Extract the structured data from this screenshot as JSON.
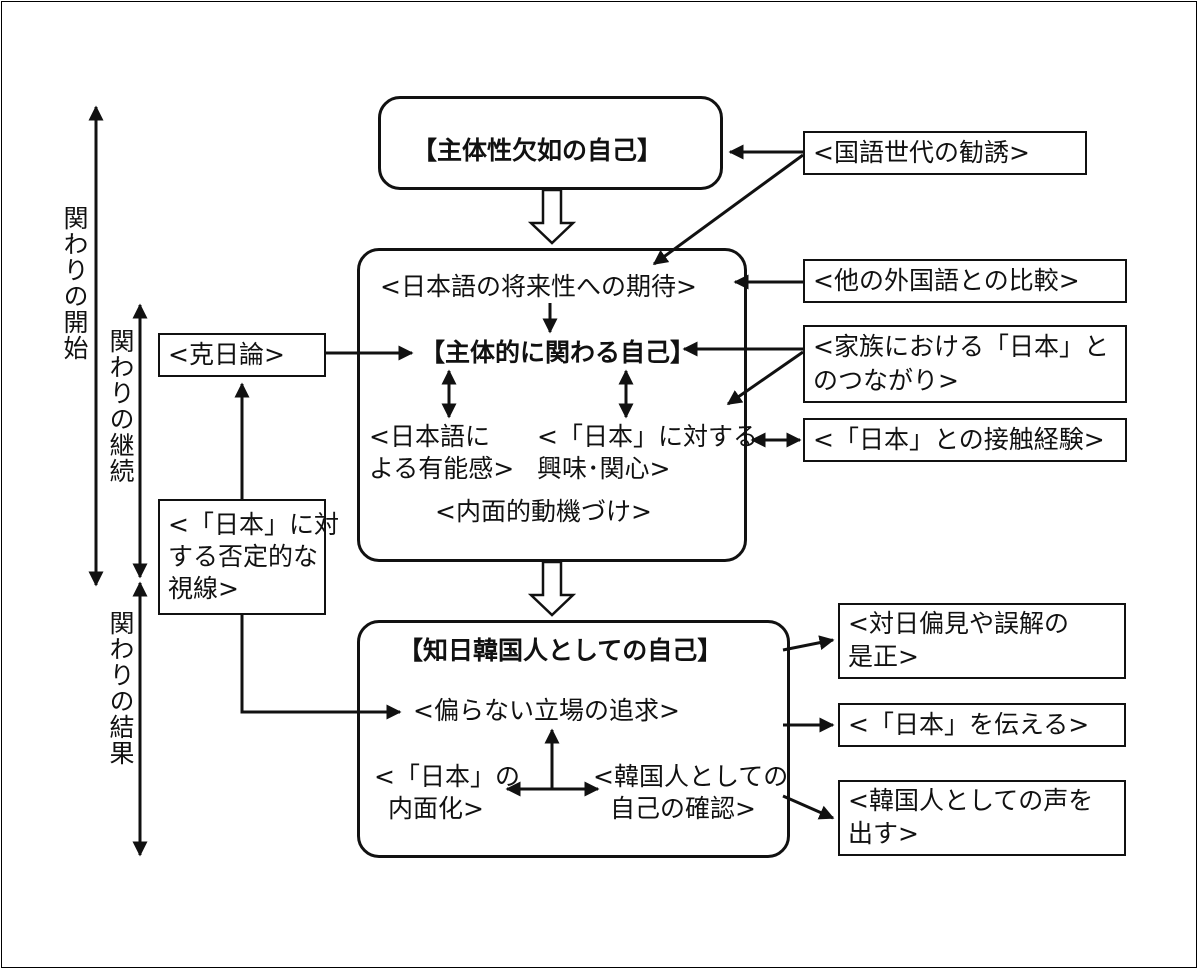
{
  "axis": {
    "start": "関わりの開始",
    "continue": "関わりの継続",
    "result": "関わりの結果"
  },
  "stage1": {
    "title": "【主体性欠如の自己】"
  },
  "stage2": {
    "expectation": "<日本語の将来性への期待>",
    "title": "【主体的に関わる自己】",
    "competence_1": "<日本語に",
    "competence_2": "よる有能感>",
    "interest_1": "<「日本」に対する",
    "interest_2": "興味･関心>",
    "motivation": "<内面的動機づけ>"
  },
  "stage3": {
    "title": "【知日韓国人としての自己】",
    "pursuit": "<偏らない立場の追求>",
    "internal_1": "<「日本」の",
    "internal_2": "内面化>",
    "confirm_1": "<韓国人としての",
    "confirm_2": "自己の確認>"
  },
  "left": {
    "kokunichi": "<克日論>",
    "negative_1": "<「日本」に対",
    "negative_2": "する否定的な",
    "negative_3": "視線>"
  },
  "right": {
    "recruit": "<国語世代の勧誘>",
    "compare": "<他の外国語との比較>",
    "family_1": "<家族における「日本」と",
    "family_2": "のつながり>",
    "contact": "<「日本」との接触経験>"
  },
  "outputs": {
    "correct_1": "<対日偏見や誤解の",
    "correct_2": "是正>",
    "convey": "<「日本」を伝える>",
    "voice_1": "<韓国人としての声を",
    "voice_2": "出す>"
  }
}
